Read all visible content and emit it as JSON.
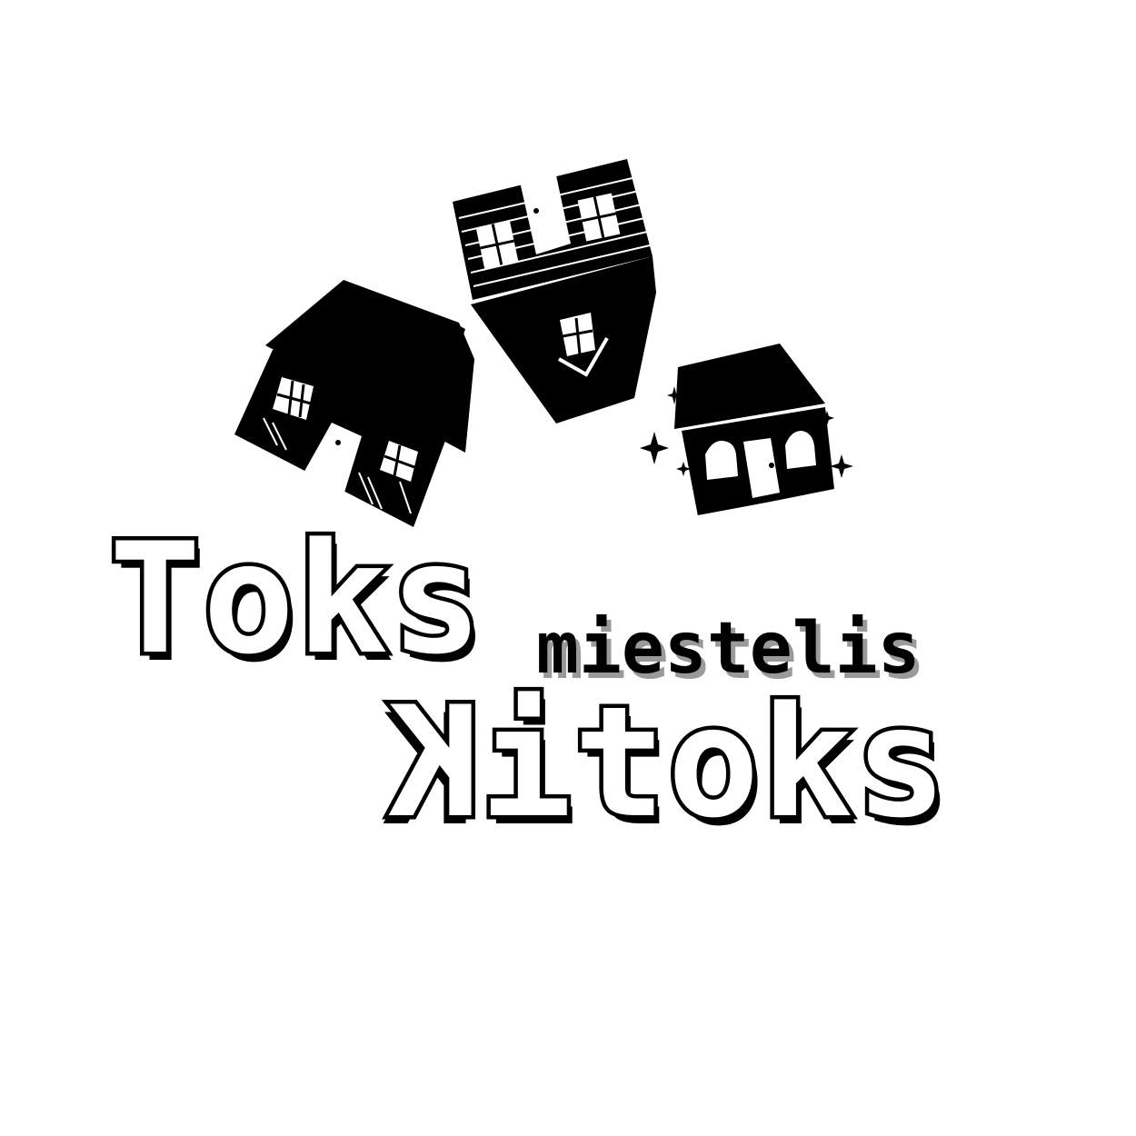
{
  "logo": {
    "word_1": "Toks",
    "word_2_first": "K",
    "word_2_rest": "itoks",
    "word_3": "miestelis"
  },
  "colors": {
    "ink": "#000000",
    "paper": "#ffffff",
    "shadow": "#9a9a9a"
  },
  "icons": [
    "house-left-icon",
    "house-upside-down-icon",
    "house-small-icon",
    "sparkle-icon"
  ]
}
